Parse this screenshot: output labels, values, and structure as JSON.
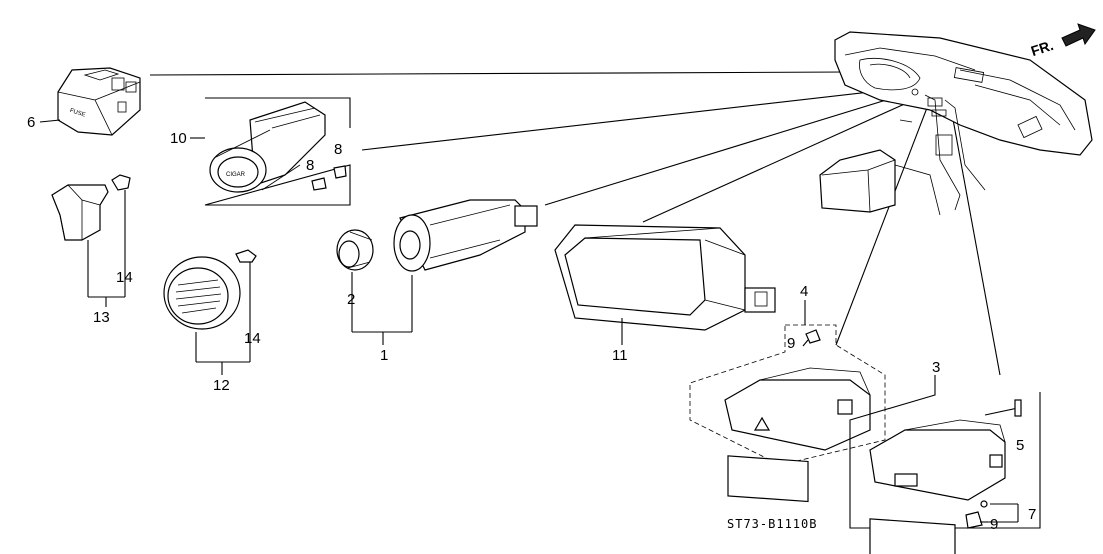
{
  "diagram": {
    "code": "ST73-B1110B",
    "front_label": "FR."
  },
  "callouts": [
    {
      "id": "c1",
      "text": "1"
    },
    {
      "id": "c2",
      "text": "2"
    },
    {
      "id": "c3",
      "text": "3"
    },
    {
      "id": "c4",
      "text": "4"
    },
    {
      "id": "c5",
      "text": "5"
    },
    {
      "id": "c6",
      "text": "6"
    },
    {
      "id": "c7",
      "text": "7"
    },
    {
      "id": "c8a",
      "text": "8"
    },
    {
      "id": "c8b",
      "text": "8"
    },
    {
      "id": "c9a",
      "text": "9"
    },
    {
      "id": "c9b",
      "text": "9"
    },
    {
      "id": "c10",
      "text": "10"
    },
    {
      "id": "c11",
      "text": "11"
    },
    {
      "id": "c12",
      "text": "12"
    },
    {
      "id": "c13",
      "text": "13"
    },
    {
      "id": "c14a",
      "text": "14"
    },
    {
      "id": "c14b",
      "text": "14"
    }
  ],
  "part_markings": {
    "fuse_switch": "FUSE",
    "cigar_knob": "CIGAR"
  }
}
